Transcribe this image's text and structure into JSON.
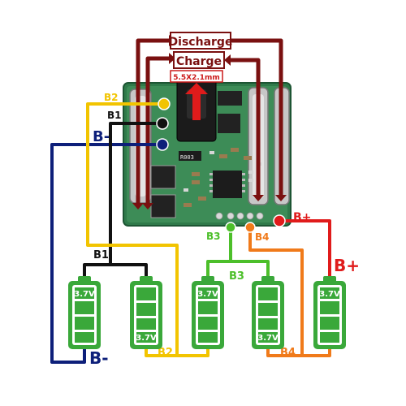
{
  "labels": {
    "discharge": "Discharge",
    "charge": "Charge",
    "connector": "5.5X2.1mm",
    "b_plus_small": "B+",
    "b_plus_big": "B+",
    "b_minus_top": "B-",
    "b_minus_bottom": "B-",
    "b1_top": "B1",
    "b1_bottom": "B1",
    "b2_top": "B2",
    "b2_bottom": "B2",
    "b3_top": "B3",
    "b3_bottom": "B3",
    "b4_top": "B4",
    "b4_bottom": "B4",
    "chip_text": "R003"
  },
  "cells": [
    {
      "label": "3.7V"
    },
    {
      "label": "3.7V"
    },
    {
      "label": "3.7V"
    },
    {
      "label": "3.7V"
    },
    {
      "label": "3.7V"
    }
  ],
  "colors": {
    "discharge_wire": "#7a1010",
    "b_plus": "#e01b1b",
    "b_minus": "#0d1f7a",
    "b1": "#111111",
    "b2": "#f2c400",
    "b3": "#4cbf2a",
    "b4": "#f07a1a",
    "battery": "#3aa83a",
    "pcb": "#2f7a4a"
  }
}
